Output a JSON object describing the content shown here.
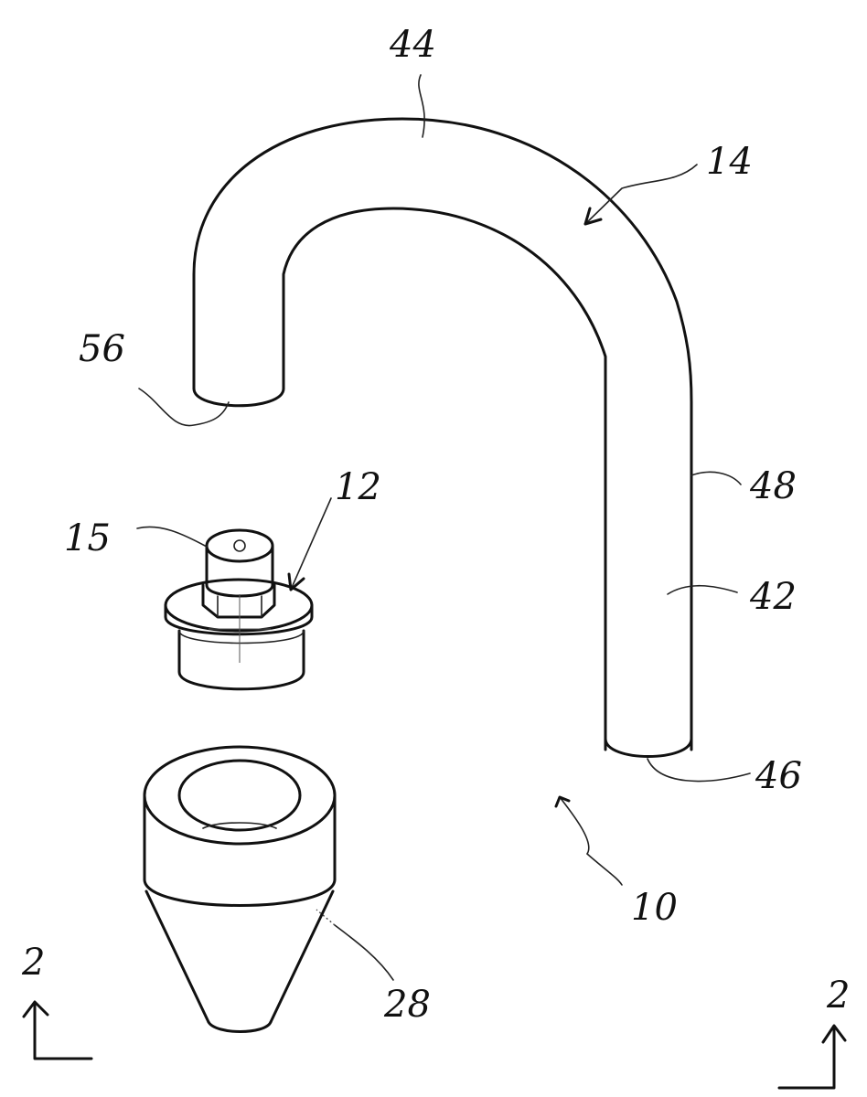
{
  "figure": {
    "reference_labels": {
      "bent_tube": "14",
      "bend": "44",
      "short_leg_end": "56",
      "long_leg_side": "48",
      "long_leg": "42",
      "long_leg_end": "46",
      "cap": "12",
      "cap_nut": "15",
      "cone_cup": "28",
      "assembly": "10"
    },
    "section_marks": {
      "left": "2",
      "right": "2"
    }
  }
}
